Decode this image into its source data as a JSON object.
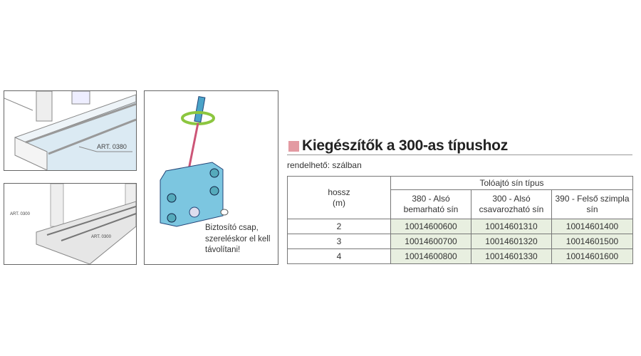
{
  "illustrations": {
    "label_top": "ART. 0380",
    "label_bottom_left": "ART. 0300",
    "label_bottom_right": "ART. 0300",
    "note": "Biztosító csap, szereléskor el kell távolítani!"
  },
  "heading": {
    "title": "Kiegészítők a 300-as típushoz",
    "subtitle": "rendelhető: szálban",
    "accent": "#e39aa2"
  },
  "table": {
    "col_header": "hossz (m)",
    "group_header": "Tolóajtó sín típus",
    "columns": [
      "380 - Alsó bemarható sín",
      "300 - Alsó csavarozható sín",
      "390 - Felső szimpla sín"
    ],
    "rows": [
      {
        "length": "2",
        "codes": [
          "10014600600",
          "10014601310",
          "10014601400"
        ]
      },
      {
        "length": "3",
        "codes": [
          "10014600700",
          "10014601320",
          "10014601500"
        ]
      },
      {
        "length": "4",
        "codes": [
          "10014600800",
          "10014601330",
          "10014601600"
        ]
      }
    ]
  }
}
